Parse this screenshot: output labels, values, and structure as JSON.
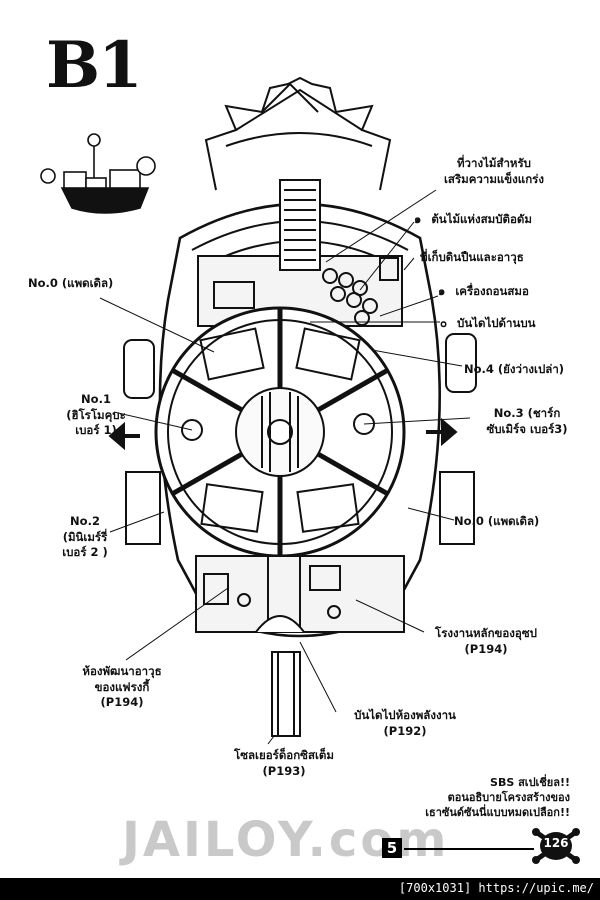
{
  "title": "B1",
  "labels": {
    "top_right_1": "ที่วางไม้สำหรับ",
    "top_right_2": "เสริมความแข็งแกร่ง",
    "marker_1": "๑",
    "item_1": "ต้นไม้แห่งสมบัติอดัม",
    "item_2": "ที่เก็บดินปืนและอาวุธ",
    "marker_3": "๑",
    "item_3": "เครื่องถอนสมอ",
    "marker_4": "๐",
    "item_4": "บันไดไปด้านบน",
    "no0_left": "No.0 (แพดเดิล)",
    "no4_1": "No.4 (ยังว่างเปล่า)",
    "no1_1": "No.1",
    "no1_2": "(ฮิโรโมคุบะ",
    "no1_3": "เบอร์ 1)",
    "no3_1": "No.3 (ชาร์ก",
    "no3_2": "ซับเมิร์จ เบอร์3)",
    "no2_1": "No.2",
    "no2_2": "(มินิเมร์รี่",
    "no2_3": "เบอร์ 2 )",
    "no0_right": "No.0 (แพดเดิล)",
    "factory_1": "โรงงานหลักของอุซป",
    "factory_2": "(P194)",
    "weapon_1": "ห้องพัฒนาอาวุธ",
    "weapon_2": "ของแฟรงกี้",
    "weapon_3": "(P194)",
    "stairs_1": "บันไดไปห้องพลังงาน",
    "stairs_2": "(P192)",
    "soldier_1": "โซลเยอร์ด็อกซิสเต็ม",
    "soldier_2": "(P193)",
    "sbs_1": "SBS สเปเชี่ยล!!",
    "sbs_2": "ตอนอธิบายโครงสร้างของ",
    "sbs_3": "เธาซันด์ซันนี่แบบหมดเปลือก!!"
  },
  "watermark": "JAILOY.com",
  "chapter_number": "5",
  "page_number": "126",
  "footer_text": "[700x1031] https://upic.me/"
}
